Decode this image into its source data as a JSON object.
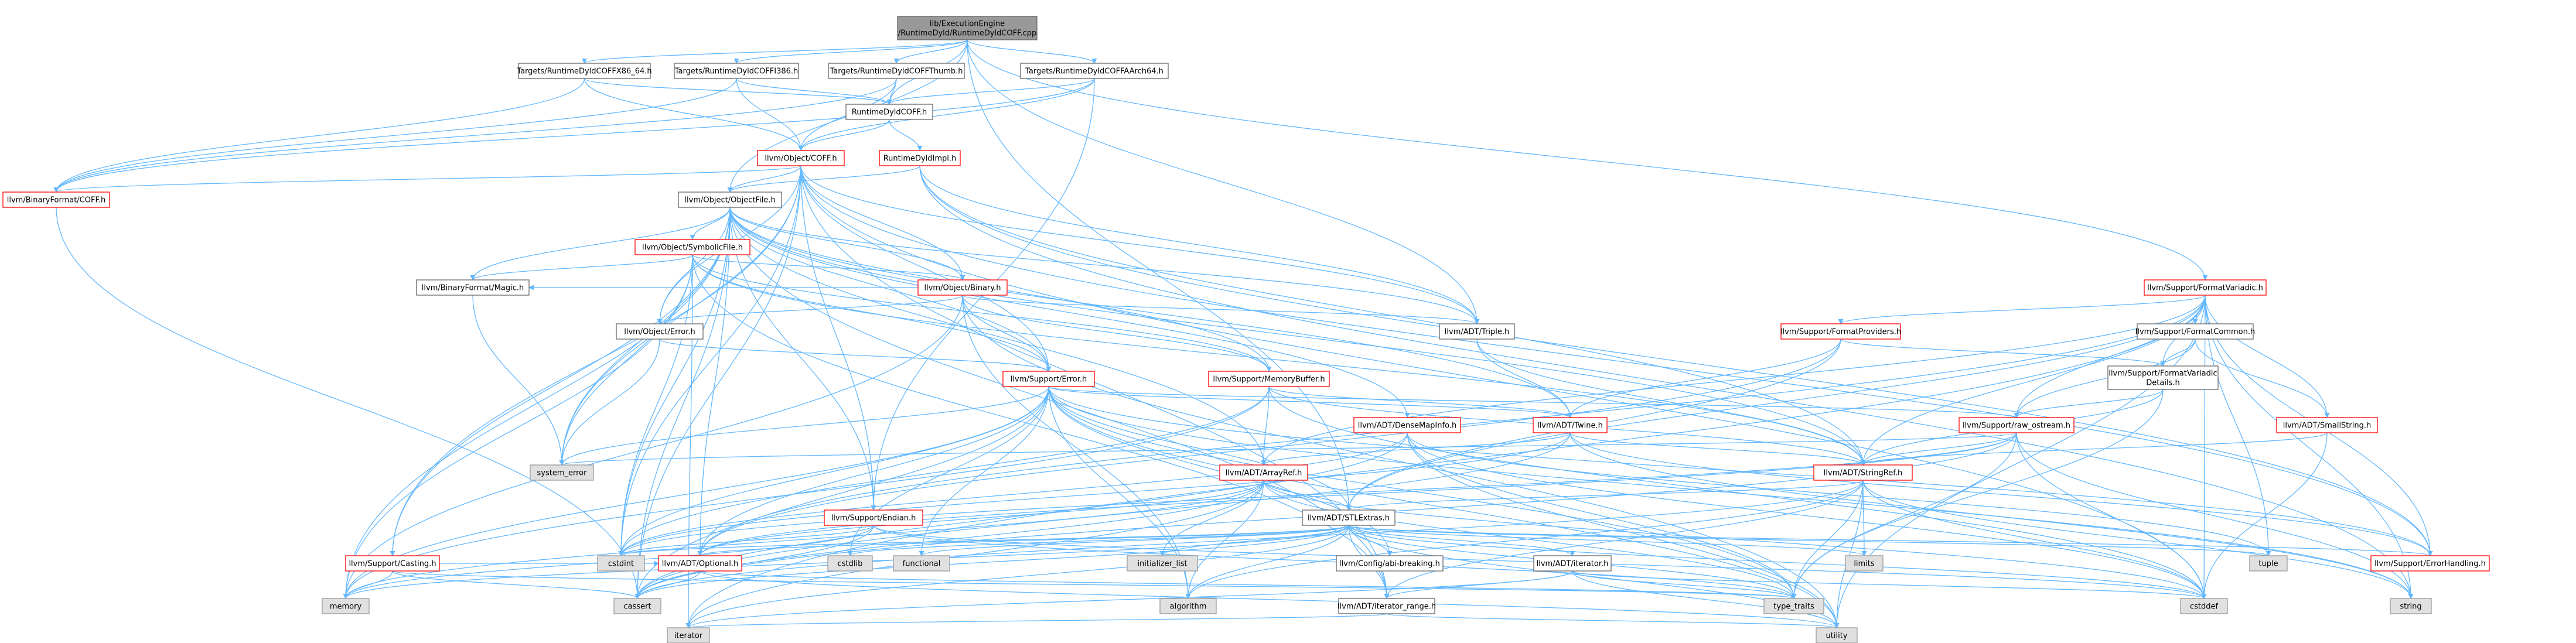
{
  "colors": {
    "edge": "#63b8ff",
    "edge_arrow": "#63b8ff",
    "root_fill": "#999999",
    "root_stroke": "#666666",
    "doc_fill": "#ffffff",
    "doc_stroke": "#666666",
    "truncated_stroke": "#ff0000",
    "system_fill": "#e0e0e0",
    "system_stroke": "#999999"
  },
  "nodes": [
    {
      "id": "root",
      "kind": "root",
      "lines": [
        "lib/ExecutionEngine",
        "/RuntimeDyld/RuntimeDyldCOFF.cpp"
      ]
    },
    {
      "id": "tx86_64",
      "kind": "doc",
      "lines": [
        "Targets/RuntimeDyldCOFFX86_64.h"
      ]
    },
    {
      "id": "ti386",
      "kind": "doc",
      "lines": [
        "Targets/RuntimeDyldCOFFI386.h"
      ]
    },
    {
      "id": "tthumb",
      "kind": "doc",
      "lines": [
        "Targets/RuntimeDyldCOFFThumb.h"
      ]
    },
    {
      "id": "taarch64",
      "kind": "doc",
      "lines": [
        "Targets/RuntimeDyldCOFFAArch64.h"
      ]
    },
    {
      "id": "rdcoff",
      "kind": "doc",
      "lines": [
        "RuntimeDyldCOFF.h"
      ]
    },
    {
      "id": "objcoff",
      "kind": "trunc",
      "lines": [
        "llvm/Object/COFF.h"
      ]
    },
    {
      "id": "rdimpl",
      "kind": "trunc",
      "lines": [
        "RuntimeDyldImpl.h"
      ]
    },
    {
      "id": "bfcoff",
      "kind": "trunc",
      "lines": [
        "llvm/BinaryFormat/COFF.h"
      ]
    },
    {
      "id": "objfile",
      "kind": "doc",
      "lines": [
        "llvm/Object/ObjectFile.h"
      ]
    },
    {
      "id": "symfile",
      "kind": "trunc",
      "lines": [
        "llvm/Object/SymbolicFile.h"
      ]
    },
    {
      "id": "bfmagic",
      "kind": "doc",
      "lines": [
        "llvm/BinaryFormat/Magic.h"
      ]
    },
    {
      "id": "binary",
      "kind": "trunc",
      "lines": [
        "llvm/Object/Binary.h"
      ]
    },
    {
      "id": "objerror",
      "kind": "doc",
      "lines": [
        "llvm/Object/Error.h"
      ]
    },
    {
      "id": "triple",
      "kind": "doc",
      "lines": [
        "llvm/ADT/Triple.h"
      ]
    },
    {
      "id": "supperror",
      "kind": "trunc",
      "lines": [
        "llvm/Support/Error.h"
      ]
    },
    {
      "id": "membuf",
      "kind": "trunc",
      "lines": [
        "llvm/Support/MemoryBuffer.h"
      ]
    },
    {
      "id": "densemapinfo",
      "kind": "trunc",
      "lines": [
        "llvm/ADT/DenseMapInfo.h"
      ]
    },
    {
      "id": "twine",
      "kind": "trunc",
      "lines": [
        "llvm/ADT/Twine.h"
      ]
    },
    {
      "id": "formatvariadic",
      "kind": "trunc",
      "lines": [
        "llvm/Support/FormatVariadic.h"
      ]
    },
    {
      "id": "formatproviders",
      "kind": "trunc",
      "lines": [
        "llvm/Support/FormatProviders.h"
      ]
    },
    {
      "id": "formatcommon",
      "kind": "doc",
      "lines": [
        "llvm/Support/FormatCommon.h"
      ]
    },
    {
      "id": "fvdetails",
      "kind": "doc",
      "lines": [
        "llvm/Support/FormatVariadic",
        "Details.h"
      ]
    },
    {
      "id": "smallstring",
      "kind": "trunc",
      "lines": [
        "llvm/ADT/SmallString.h"
      ]
    },
    {
      "id": "rawostream",
      "kind": "trunc",
      "lines": [
        "llvm/Support/raw_ostream.h"
      ]
    },
    {
      "id": "stringref",
      "kind": "trunc",
      "lines": [
        "llvm/ADT/StringRef.h"
      ]
    },
    {
      "id": "arrayref",
      "kind": "trunc",
      "lines": [
        "llvm/ADT/ArrayRef.h"
      ]
    },
    {
      "id": "stlextras",
      "kind": "doc",
      "lines": [
        "llvm/ADT/STLExtras.h"
      ]
    },
    {
      "id": "endian",
      "kind": "trunc",
      "lines": [
        "llvm/Support/Endian.h"
      ]
    },
    {
      "id": "casting",
      "kind": "trunc",
      "lines": [
        "llvm/Support/Casting.h"
      ]
    },
    {
      "id": "optional",
      "kind": "trunc",
      "lines": [
        "llvm/ADT/Optional.h"
      ]
    },
    {
      "id": "abibreaking",
      "kind": "doc",
      "lines": [
        "llvm/Config/abi-breaking.h"
      ]
    },
    {
      "id": "adtiterator",
      "kind": "doc",
      "lines": [
        "llvm/ADT/iterator.h"
      ]
    },
    {
      "id": "iterrange",
      "kind": "doc",
      "lines": [
        "llvm/ADT/iterator_range.h"
      ]
    },
    {
      "id": "errhandling",
      "kind": "trunc",
      "lines": [
        "llvm/Support/ErrorHandling.h"
      ]
    },
    {
      "id": "system_error",
      "kind": "sys",
      "lines": [
        "system_error"
      ]
    },
    {
      "id": "cstdint",
      "kind": "sys",
      "lines": [
        "cstdint"
      ]
    },
    {
      "id": "memory",
      "kind": "sys",
      "lines": [
        "memory"
      ]
    },
    {
      "id": "cassert",
      "kind": "sys",
      "lines": [
        "cassert"
      ]
    },
    {
      "id": "cstddef",
      "kind": "sys",
      "lines": [
        "cstddef"
      ]
    },
    {
      "id": "string",
      "kind": "sys",
      "lines": [
        "string"
      ]
    },
    {
      "id": "utility",
      "kind": "sys",
      "lines": [
        "utility"
      ]
    },
    {
      "id": "type_traits",
      "kind": "sys",
      "lines": [
        "type_traits"
      ]
    },
    {
      "id": "algorithm",
      "kind": "sys",
      "lines": [
        "algorithm"
      ]
    },
    {
      "id": "iterator",
      "kind": "sys",
      "lines": [
        "iterator"
      ]
    },
    {
      "id": "tuple",
      "kind": "sys",
      "lines": [
        "tuple"
      ]
    },
    {
      "id": "limits",
      "kind": "sys",
      "lines": [
        "limits"
      ]
    },
    {
      "id": "functional",
      "kind": "sys",
      "lines": [
        "functional"
      ]
    },
    {
      "id": "cstdlib",
      "kind": "sys",
      "lines": [
        "cstdlib"
      ]
    },
    {
      "id": "initializer_list",
      "kind": "sys",
      "lines": [
        "initializer_list"
      ]
    }
  ],
  "edges": [
    [
      "root",
      "tx86_64"
    ],
    [
      "root",
      "ti386"
    ],
    [
      "root",
      "tthumb"
    ],
    [
      "root",
      "taarch64"
    ],
    [
      "root",
      "rdcoff"
    ],
    [
      "root",
      "objfile"
    ],
    [
      "root",
      "triple"
    ],
    [
      "root",
      "formatvariadic"
    ],
    [
      "root",
      "stlextras"
    ],
    [
      "tx86_64",
      "rdcoff"
    ],
    [
      "tx86_64",
      "objcoff"
    ],
    [
      "tx86_64",
      "bfcoff"
    ],
    [
      "ti386",
      "rdcoff"
    ],
    [
      "ti386",
      "objcoff"
    ],
    [
      "ti386",
      "bfcoff"
    ],
    [
      "tthumb",
      "rdcoff"
    ],
    [
      "tthumb",
      "objcoff"
    ],
    [
      "tthumb",
      "bfcoff"
    ],
    [
      "taarch64",
      "rdcoff"
    ],
    [
      "taarch64",
      "objcoff"
    ],
    [
      "taarch64",
      "bfcoff"
    ],
    [
      "taarch64",
      "endian"
    ],
    [
      "rdcoff",
      "objcoff"
    ],
    [
      "rdcoff",
      "rdimpl"
    ],
    [
      "objcoff",
      "bfcoff"
    ],
    [
      "objcoff",
      "objfile"
    ],
    [
      "objcoff",
      "binary"
    ],
    [
      "objcoff",
      "objerror"
    ],
    [
      "objcoff",
      "casting"
    ],
    [
      "objcoff",
      "endian"
    ],
    [
      "objcoff",
      "errhandling"
    ],
    [
      "objcoff",
      "cassert"
    ],
    [
      "objcoff",
      "cstddef"
    ],
    [
      "objcoff",
      "cstdint"
    ],
    [
      "objcoff",
      "system_error"
    ],
    [
      "objcoff",
      "iterrange"
    ],
    [
      "objcoff",
      "supperror"
    ],
    [
      "objcoff",
      "triple"
    ],
    [
      "rdimpl",
      "objfile"
    ],
    [
      "rdimpl",
      "triple"
    ],
    [
      "rdimpl",
      "stringref"
    ],
    [
      "rdimpl",
      "errhandling"
    ],
    [
      "rdimpl",
      "string"
    ],
    [
      "bfcoff",
      "cassert"
    ],
    [
      "objfile",
      "symfile"
    ],
    [
      "objfile",
      "bfmagic"
    ],
    [
      "objfile",
      "binary"
    ],
    [
      "objfile",
      "objerror"
    ],
    [
      "objfile",
      "triple"
    ],
    [
      "objfile",
      "supperror"
    ],
    [
      "objfile",
      "membuf"
    ],
    [
      "objfile",
      "densemapinfo"
    ],
    [
      "objfile",
      "arrayref"
    ],
    [
      "objfile",
      "stringref"
    ],
    [
      "objfile",
      "casting"
    ],
    [
      "objfile",
      "cassert"
    ],
    [
      "objfile",
      "cstdint"
    ],
    [
      "objfile",
      "memory"
    ],
    [
      "objfile",
      "system_error"
    ],
    [
      "objfile",
      "iterrange"
    ],
    [
      "objfile",
      "optional"
    ],
    [
      "objfile",
      "endian"
    ],
    [
      "objfile",
      "twine"
    ],
    [
      "symfile",
      "bfmagic"
    ],
    [
      "symfile",
      "binary"
    ],
    [
      "symfile",
      "supperror"
    ],
    [
      "symfile",
      "membuf"
    ],
    [
      "symfile",
      "iterrange"
    ],
    [
      "symfile",
      "cstdint"
    ],
    [
      "symfile",
      "memory"
    ],
    [
      "symfile",
      "system_error"
    ],
    [
      "symfile",
      "iterator"
    ],
    [
      "symfile",
      "stringref"
    ],
    [
      "bfmagic",
      "system_error"
    ],
    [
      "binary",
      "bfmagic"
    ],
    [
      "binary",
      "objerror"
    ],
    [
      "binary",
      "supperror"
    ],
    [
      "binary",
      "membuf"
    ],
    [
      "binary",
      "triple"
    ],
    [
      "binary",
      "algorithm"
    ],
    [
      "binary",
      "memory"
    ],
    [
      "binary",
      "utility"
    ],
    [
      "objerror",
      "supperror"
    ],
    [
      "objerror",
      "system_error"
    ],
    [
      "triple",
      "twine"
    ],
    [
      "triple",
      "stringref"
    ],
    [
      "supperror",
      "abibreaking"
    ],
    [
      "supperror",
      "stlextras"
    ],
    [
      "supperror",
      "errhandling"
    ],
    [
      "supperror",
      "twine"
    ],
    [
      "supperror",
      "optional"
    ],
    [
      "supperror",
      "rawostream"
    ],
    [
      "supperror",
      "cassert"
    ],
    [
      "supperror",
      "cstdint"
    ],
    [
      "supperror",
      "cstdlib"
    ],
    [
      "supperror",
      "functional"
    ],
    [
      "supperror",
      "memory"
    ],
    [
      "supperror",
      "string"
    ],
    [
      "supperror",
      "system_error"
    ],
    [
      "supperror",
      "type_traits"
    ],
    [
      "supperror",
      "utility"
    ],
    [
      "supperror",
      "algorithm"
    ],
    [
      "membuf",
      "arrayref"
    ],
    [
      "membuf",
      "stringref"
    ],
    [
      "membuf",
      "twine"
    ],
    [
      "membuf",
      "cstddef"
    ],
    [
      "membuf",
      "cstdint"
    ],
    [
      "membuf",
      "memory"
    ],
    [
      "densemapinfo",
      "cassert"
    ],
    [
      "densemapinfo",
      "cstddef"
    ],
    [
      "densemapinfo",
      "cstdint"
    ],
    [
      "densemapinfo",
      "tuple"
    ],
    [
      "densemapinfo",
      "type_traits"
    ],
    [
      "densemapinfo",
      "utility"
    ],
    [
      "twine",
      "stringref"
    ],
    [
      "twine",
      "errhandling"
    ],
    [
      "twine",
      "cassert"
    ],
    [
      "twine",
      "cstdint"
    ],
    [
      "twine",
      "string"
    ],
    [
      "twine",
      "arrayref"
    ],
    [
      "formatvariadic",
      "formatproviders"
    ],
    [
      "formatvariadic",
      "formatcommon"
    ],
    [
      "formatvariadic",
      "fvdetails"
    ],
    [
      "formatvariadic",
      "smallstring"
    ],
    [
      "formatvariadic",
      "rawostream"
    ],
    [
      "formatvariadic",
      "stringref"
    ],
    [
      "formatvariadic",
      "arrayref"
    ],
    [
      "formatvariadic",
      "stlextras"
    ],
    [
      "formatvariadic",
      "optional"
    ],
    [
      "formatvariadic",
      "cstddef"
    ],
    [
      "formatvariadic",
      "string"
    ],
    [
      "formatvariadic",
      "tuple"
    ],
    [
      "formatvariadic",
      "utility"
    ],
    [
      "formatvariadic",
      "iterator"
    ],
    [
      "formatvariadic",
      "errhandling"
    ],
    [
      "formatproviders",
      "fvdetails"
    ],
    [
      "formatproviders",
      "stlextras"
    ],
    [
      "formatproviders",
      "twine"
    ],
    [
      "formatproviders",
      "optional"
    ],
    [
      "formatcommon",
      "fvdetails"
    ],
    [
      "formatcommon",
      "rawostream"
    ],
    [
      "formatcommon",
      "smallstring"
    ],
    [
      "fvdetails",
      "stringref"
    ],
    [
      "fvdetails",
      "rawostream"
    ],
    [
      "fvdetails",
      "type_traits"
    ],
    [
      "smallstring",
      "stringref"
    ],
    [
      "smallstring",
      "cstddef"
    ],
    [
      "rawostream",
      "stringref"
    ],
    [
      "rawostream",
      "cassert"
    ],
    [
      "rawostream",
      "cstddef"
    ],
    [
      "rawostream",
      "cstdint"
    ],
    [
      "rawostream",
      "string"
    ],
    [
      "rawostream",
      "system_error"
    ],
    [
      "rawostream",
      "type_traits"
    ],
    [
      "rawostream",
      "optional"
    ],
    [
      "stringref",
      "stlextras"
    ],
    [
      "stringref",
      "iterrange"
    ],
    [
      "stringref",
      "algorithm"
    ],
    [
      "stringref",
      "cassert"
    ],
    [
      "stringref",
      "cstddef"
    ],
    [
      "stringref",
      "limits"
    ],
    [
      "stringref",
      "string"
    ],
    [
      "stringref",
      "type_traits"
    ],
    [
      "stringref",
      "utility"
    ],
    [
      "arrayref",
      "stlextras"
    ],
    [
      "arrayref",
      "cassert"
    ],
    [
      "arrayref",
      "memory"
    ],
    [
      "arrayref",
      "optional"
    ],
    [
      "arrayref",
      "algorithm"
    ],
    [
      "arrayref",
      "cstddef"
    ],
    [
      "arrayref",
      "initializer_list"
    ],
    [
      "arrayref",
      "iterator"
    ],
    [
      "arrayref",
      "type_traits"
    ],
    [
      "arrayref",
      "vector"
    ],
    [
      "stlextras",
      "abibreaking"
    ],
    [
      "stlextras",
      "adtiterator"
    ],
    [
      "stlextras",
      "iterrange"
    ],
    [
      "stlextras",
      "errhandling"
    ],
    [
      "stlextras",
      "optional"
    ],
    [
      "stlextras",
      "algorithm"
    ],
    [
      "stlextras",
      "cassert"
    ],
    [
      "stlextras",
      "cstddef"
    ],
    [
      "stlextras",
      "cstdint"
    ],
    [
      "stlextras",
      "cstdlib"
    ],
    [
      "stlextras",
      "functional"
    ],
    [
      "stlextras",
      "initializer_list"
    ],
    [
      "stlextras",
      "iterator"
    ],
    [
      "stlextras",
      "limits"
    ],
    [
      "stlextras",
      "memory"
    ],
    [
      "stlextras",
      "tuple"
    ],
    [
      "stlextras",
      "type_traits"
    ],
    [
      "stlextras",
      "utility"
    ],
    [
      "endian",
      "cassert"
    ],
    [
      "endian",
      "cstddef"
    ],
    [
      "endian",
      "cstdint"
    ],
    [
      "endian",
      "type_traits"
    ],
    [
      "endian",
      "memory"
    ],
    [
      "casting",
      "cassert"
    ],
    [
      "casting",
      "memory"
    ],
    [
      "casting",
      "type_traits"
    ],
    [
      "casting",
      "optional"
    ],
    [
      "optional",
      "cassert"
    ],
    [
      "optional",
      "type_traits"
    ],
    [
      "optional",
      "utility"
    ],
    [
      "adtiterator",
      "iterrange"
    ],
    [
      "adtiterator",
      "cstddef"
    ],
    [
      "adtiterator",
      "iterator"
    ],
    [
      "adtiterator",
      "type_traits"
    ],
    [
      "adtiterator",
      "utility"
    ],
    [
      "iterrange",
      "iterator"
    ],
    [
      "iterrange",
      "utility"
    ]
  ]
}
